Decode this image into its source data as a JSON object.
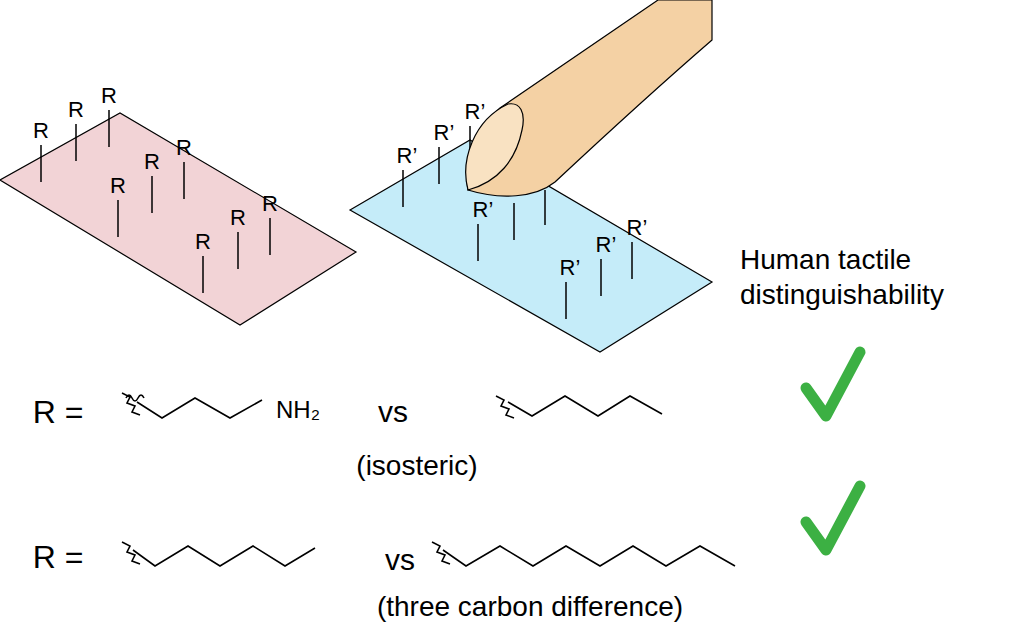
{
  "diagram": {
    "labels": [
      "R",
      "R",
      "R",
      "R",
      "R",
      "R",
      "R",
      "R",
      "R",
      "R’",
      "R’",
      "R’",
      "R’",
      "R’",
      "R’",
      "R’",
      "Human tactile distinguishability",
      "R =",
      "NH₂",
      "vs",
      "(isosteric)",
      "R =",
      "vs",
      "(three carbon difference)"
    ]
  }
}
